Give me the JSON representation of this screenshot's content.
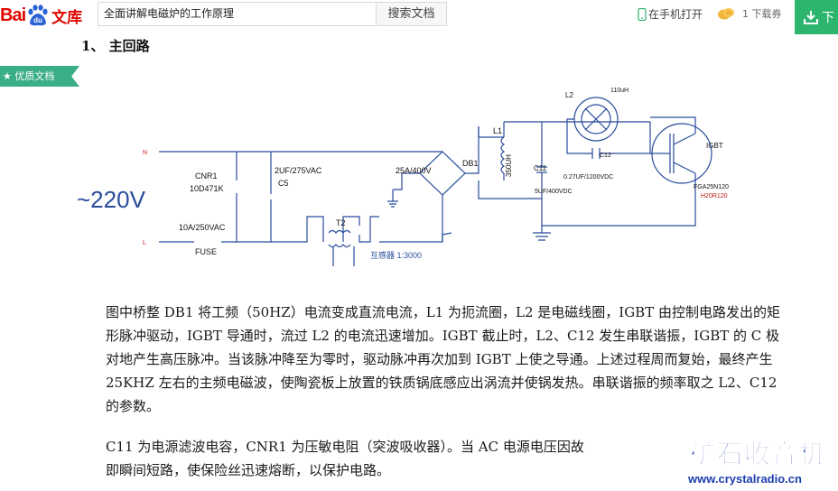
{
  "header": {
    "logo_bai": "Bai",
    "logo_du": "du",
    "logo_wenku": "文库",
    "search_value": "全面讲解电磁炉的工作原理",
    "search_button": "搜索文档",
    "phone_open": "在手机打开",
    "download_count": "1 下载券",
    "download_button": "下"
  },
  "badge": {
    "quality_label": "优质文档"
  },
  "document": {
    "heading": "1、  主回路",
    "paragraph1": "图中桥整 DB1 将工频（50HZ）电流变成直流电流，L1 为扼流圈，L2 是电磁线圈，IGBT 由控制电路发出的矩形脉冲驱动，IGBT 导通时，流过 L2 的电流迅速增加。IGBT 截止时，L2、C12 发生串联谐振，IGBT 的 C 极对地产生高压脉冲。当该脉冲降至为零时，驱动脉冲再次加到 IGBT 上使之导通。上述过程周而复始，最终产生 25KHZ 左右的主频电磁波，使陶瓷板上放置的铁质锅底感应出涡流并使锅发热。串联谐振的频率取之 L2、C12 的参数。",
    "paragraph2_line1": "C11 为电源滤波电容，CNR1 为压敏电阻（突波吸收器）。当 AC 电源电压因故",
    "paragraph2_line2": "即瞬间短路，使保险丝迅速熔断，以保护电路。"
  },
  "schematic": {
    "voltage": "~220V",
    "label_n": "N",
    "label_l": "L",
    "cnr1": "CNR1",
    "cnr1_value": "10D471K",
    "c5_value": "2UF/275VAC",
    "c5": "C5",
    "fuse_rating": "10A/250VAC",
    "fuse": "FUSE",
    "t2": "T2",
    "transformer_note": "互感器 1:3000",
    "db1_rating": "25A/400V",
    "db1": "DB1",
    "l1": "L1",
    "l1_value": "350UH",
    "c11": "C11",
    "c11_value": "5UF/400VDC",
    "l2": "L2",
    "l2_value": "110uH",
    "c12": "C12",
    "c12_value": "0.27UF/1200VDC",
    "igbt": "IGBT",
    "igbt_part": "FGA25N120",
    "igbt_part2": "H20R120"
  },
  "watermark": {
    "title": "矿石收音机",
    "url": "www.crystalradio.cn"
  },
  "colors": {
    "brand_red": "#e10601",
    "download_green": "#2db56f",
    "badge_green": "#3aae86",
    "schematic_blue": "#2a4c9c",
    "schematic_red": "#c01818",
    "watermark_blue": "#0c2fa5"
  }
}
